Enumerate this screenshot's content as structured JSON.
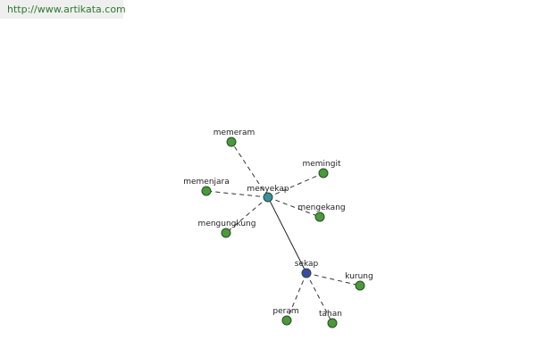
{
  "source_url": "http://www.artikata.com",
  "colors": {
    "leaf_node": "#4a9a3a",
    "hub_primary": "#3a8fa0",
    "hub_secondary": "#3a4aa8",
    "node_outline": "#2a4a2a"
  },
  "diagram": {
    "nodes": [
      {
        "id": "menyekap",
        "label": "menyekap",
        "role": "hub-primary"
      },
      {
        "id": "sekap",
        "label": "sekap",
        "role": "hub-secondary"
      },
      {
        "id": "memeram",
        "label": "memeram",
        "role": "leaf"
      },
      {
        "id": "memingit",
        "label": "memingit",
        "role": "leaf"
      },
      {
        "id": "memenjara",
        "label": "memenjara",
        "role": "leaf"
      },
      {
        "id": "mengekang",
        "label": "mengekang",
        "role": "leaf"
      },
      {
        "id": "mengungkung",
        "label": "mengungkung",
        "role": "leaf"
      },
      {
        "id": "kurung",
        "label": "kurung",
        "role": "leaf"
      },
      {
        "id": "peram",
        "label": "peram",
        "role": "leaf"
      },
      {
        "id": "tahan",
        "label": "tahan",
        "role": "leaf"
      }
    ],
    "edges": [
      {
        "from": "menyekap",
        "to": "memeram",
        "style": "dashed"
      },
      {
        "from": "menyekap",
        "to": "memingit",
        "style": "dashed"
      },
      {
        "from": "menyekap",
        "to": "memenjara",
        "style": "dashed"
      },
      {
        "from": "menyekap",
        "to": "mengekang",
        "style": "dashed"
      },
      {
        "from": "menyekap",
        "to": "mengungkung",
        "style": "dashed"
      },
      {
        "from": "menyekap",
        "to": "sekap",
        "style": "solid"
      },
      {
        "from": "sekap",
        "to": "kurung",
        "style": "dashed"
      },
      {
        "from": "sekap",
        "to": "peram",
        "style": "dashed"
      },
      {
        "from": "sekap",
        "to": "tahan",
        "style": "dashed"
      }
    ]
  }
}
